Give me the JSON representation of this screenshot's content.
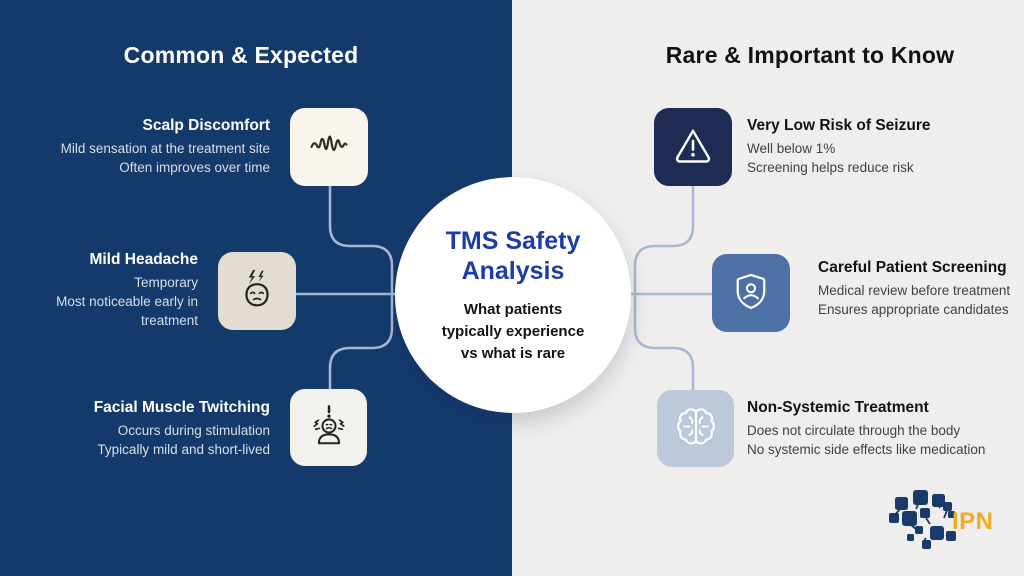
{
  "left_panel": {
    "title": "Common & Expected",
    "items": [
      {
        "icon": "brainwave-icon",
        "title": "Scalp Discomfort",
        "line1": "Mild sensation at the treatment site",
        "line2": "Often improves over time"
      },
      {
        "icon": "headache-icon",
        "title": "Mild Headache",
        "line1": "Temporary",
        "line2": "Most noticeable early in",
        "line3": "treatment"
      },
      {
        "icon": "stressed-person-icon",
        "title": "Facial Muscle Twitching",
        "line1": "Occurs during stimulation",
        "line2": "Typically mild and short-lived"
      }
    ]
  },
  "right_panel": {
    "title": "Rare & Important to Know",
    "items": [
      {
        "icon": "warning-triangle-icon",
        "title": "Very Low Risk of Seizure",
        "line1": "Well below 1%",
        "line2": "Screening helps reduce risk"
      },
      {
        "icon": "shield-user-icon",
        "title": "Careful Patient Screening",
        "line1": "Medical review before treatment",
        "line2": "Ensures appropriate candidates"
      },
      {
        "icon": "brain-icon",
        "title": "Non-Systemic Treatment",
        "line1": "Does not circulate through the body",
        "line2": "No systemic side effects like medication"
      }
    ]
  },
  "center_circle": {
    "title_line1": "TMS Safety",
    "title_line2": "Analysis",
    "subtitle_line1": "What patients",
    "subtitle_line2": "typically experience",
    "subtitle_line3": "vs what is rare"
  },
  "logo": {
    "text": "IPN"
  },
  "colors": {
    "navy_background": "#143a6c",
    "gray_background": "#efeeec",
    "circle_title_blue": "#1f3ca6",
    "connector_line": "#aab7d3",
    "box_cream": "#f9f4ec",
    "box_beige": "#e2dcd1",
    "box_light_gray": "#f1f1ee",
    "box_dark_navy": "#1e2c55",
    "box_medium_blue": "#4d70a5",
    "box_blue_gray": "#bdc8db",
    "logo_navy": "#1a3a6b",
    "logo_gold": "#f0ac1e"
  }
}
